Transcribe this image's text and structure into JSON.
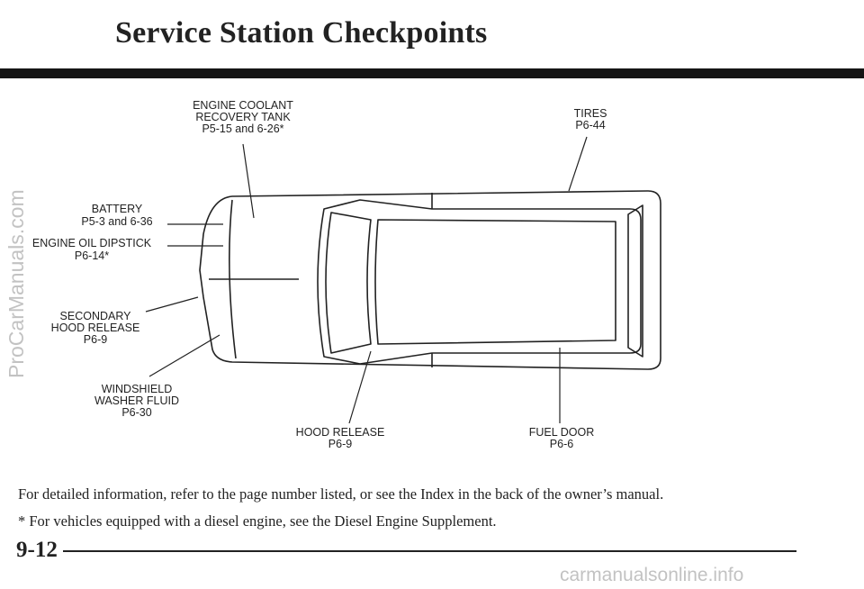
{
  "page": {
    "title": "Service Station Checkpoints",
    "page_number": "9-12",
    "note_1": "For detailed information, refer to the page number listed, or see the Index in the back of the owner’s manual.",
    "note_2": "* For vehicles equipped with a diesel engine, see the Diesel Engine Supplement."
  },
  "callouts": {
    "coolant": {
      "l1": "ENGINE COOLANT",
      "l2": "RECOVERY TANK",
      "l3": "P5-15 and 6-26*"
    },
    "tires": {
      "l1": "TIRES",
      "l2": "P6-44"
    },
    "battery": {
      "l1": "BATTERY",
      "l2": "P5-3 and 6-36"
    },
    "dipstick": {
      "l1": "ENGINE OIL DIPSTICK",
      "l2": "P6-14*"
    },
    "secondary_hood": {
      "l1": "SECONDARY",
      "l2": "HOOD RELEASE",
      "l3": "P6-9"
    },
    "washer": {
      "l1": "WINDSHIELD",
      "l2": "WASHER FLUID",
      "l3": "P6-30"
    },
    "hood_release": {
      "l1": "HOOD RELEASE",
      "l2": "P6-9"
    },
    "fuel_door": {
      "l1": "FUEL DOOR",
      "l2": "P6-6"
    }
  },
  "watermarks": {
    "side": "ProCarManuals.com",
    "bottom": "carmanualsonline.info"
  },
  "colors": {
    "ink": "#1a1a1a",
    "background": "#ffffff"
  }
}
